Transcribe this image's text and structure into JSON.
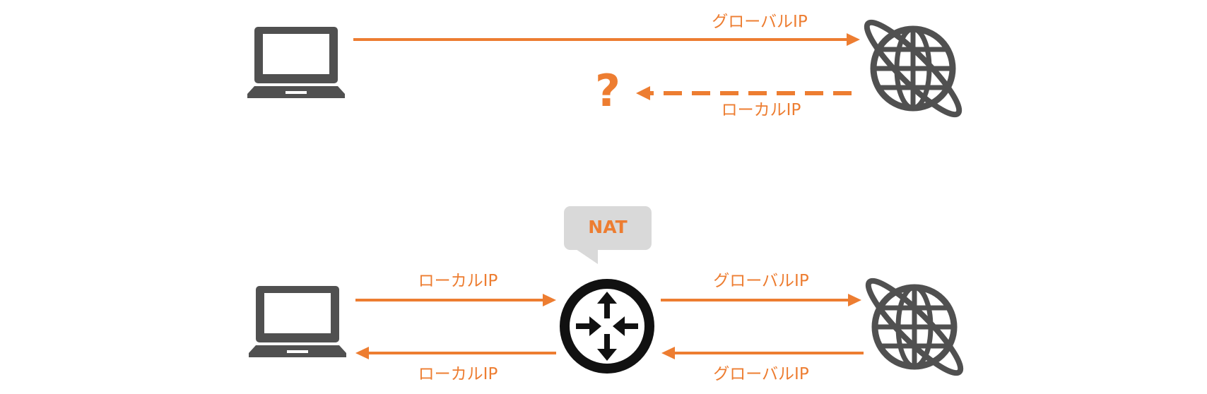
{
  "colors": {
    "accent": "#ED7D31",
    "icon_gray": "#505050",
    "router_black": "#111111",
    "bubble_gray": "#D9D9D9"
  },
  "icons": {
    "laptop": "laptop-icon",
    "globe": "globe-icon",
    "router": "router-icon"
  },
  "scenario_without_nat": {
    "outgoing_label": "グローバルIP",
    "return_label": "ローカルIP",
    "unknown_mark": "?"
  },
  "scenario_with_nat": {
    "bubble_label": "NAT",
    "left_top_label": "ローカルIP",
    "left_bottom_label": "ローカルIP",
    "right_top_label": "グローバルIP",
    "right_bottom_label": "グローバルIP"
  }
}
